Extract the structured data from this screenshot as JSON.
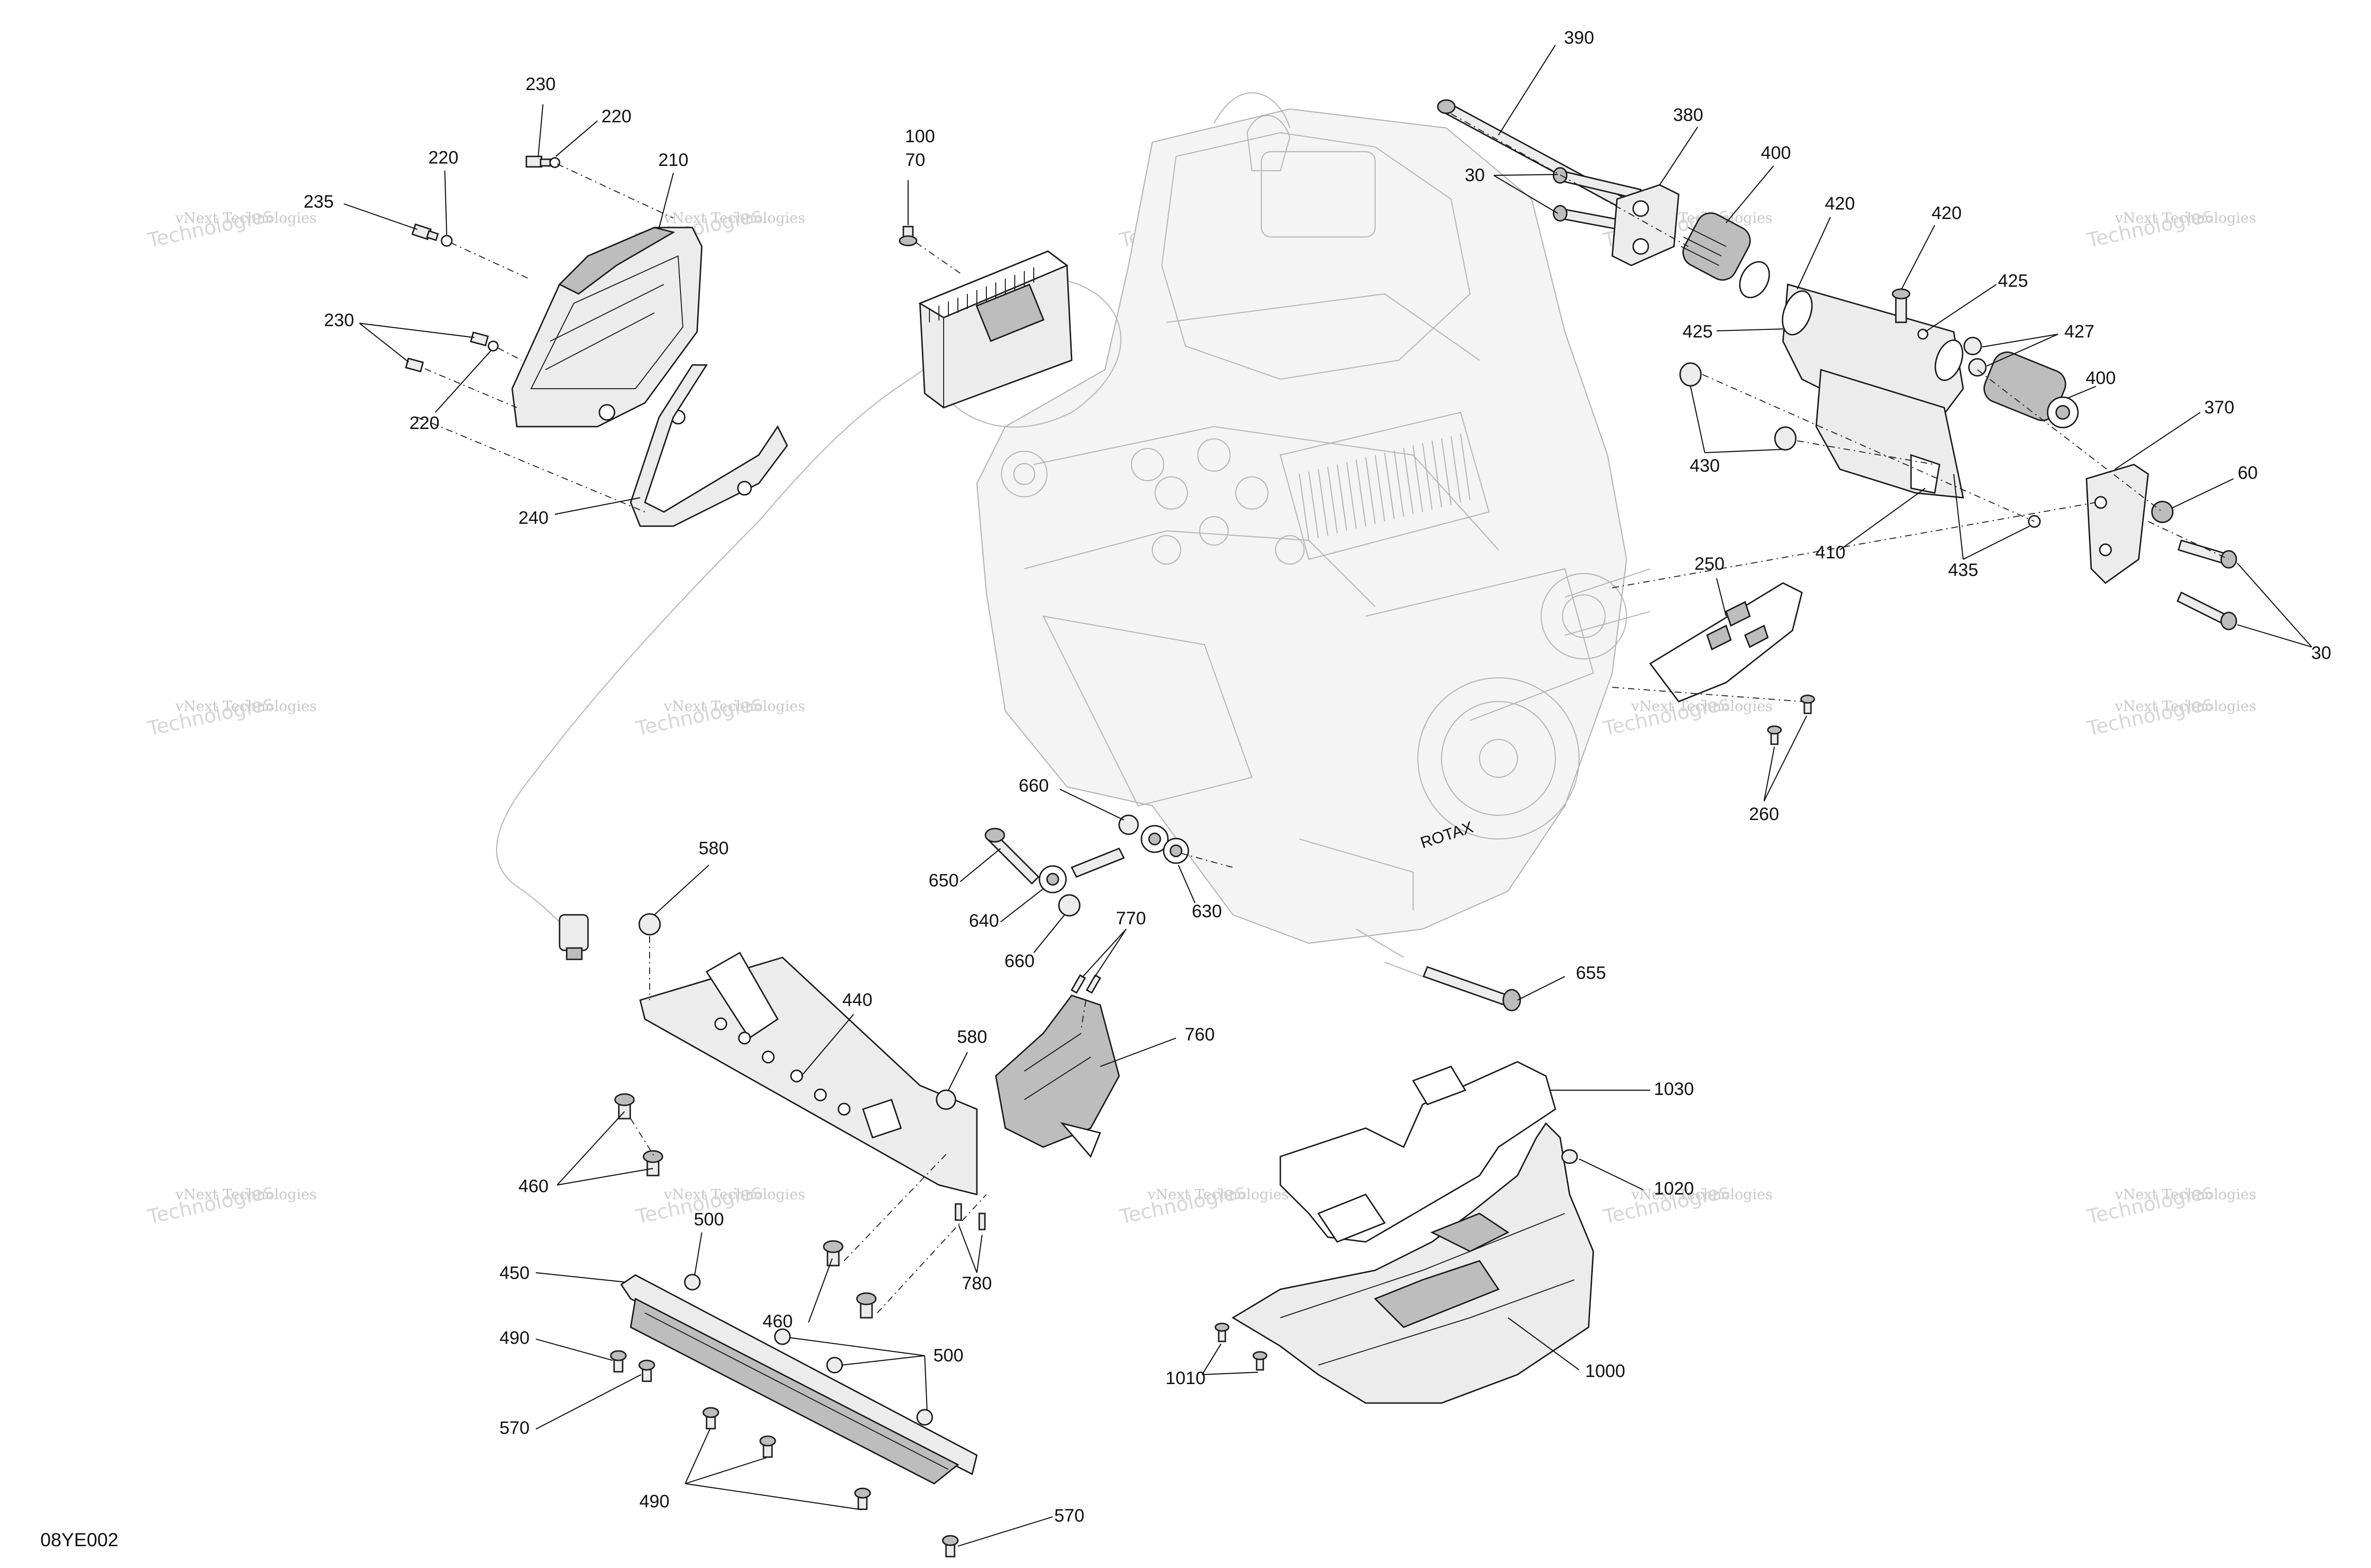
{
  "diagram_code": "08YE002",
  "watermark": {
    "line1": "vNext Technologies",
    "line2": "Technologies"
  },
  "callouts": [
    {
      "id": "c230a",
      "label": "230"
    },
    {
      "id": "c220a",
      "label": "220"
    },
    {
      "id": "c220b",
      "label": "220"
    },
    {
      "id": "c210",
      "label": "210"
    },
    {
      "id": "c235",
      "label": "235"
    },
    {
      "id": "c230b",
      "label": "230"
    },
    {
      "id": "c220c",
      "label": "220"
    },
    {
      "id": "c240",
      "label": "240"
    },
    {
      "id": "c100",
      "label": "100"
    },
    {
      "id": "c70",
      "label": "70"
    },
    {
      "id": "c390",
      "label": "390"
    },
    {
      "id": "c380",
      "label": "380"
    },
    {
      "id": "c30a",
      "label": "30"
    },
    {
      "id": "c400a",
      "label": "400"
    },
    {
      "id": "c420a",
      "label": "420"
    },
    {
      "id": "c420b",
      "label": "420"
    },
    {
      "id": "c425a",
      "label": "425"
    },
    {
      "id": "c425b",
      "label": "425"
    },
    {
      "id": "c427",
      "label": "427"
    },
    {
      "id": "c430",
      "label": "430"
    },
    {
      "id": "c400b",
      "label": "400"
    },
    {
      "id": "c370",
      "label": "370"
    },
    {
      "id": "c60",
      "label": "60"
    },
    {
      "id": "c410",
      "label": "410"
    },
    {
      "id": "c435",
      "label": "435"
    },
    {
      "id": "c30b",
      "label": "30"
    },
    {
      "id": "c250",
      "label": "250"
    },
    {
      "id": "c260",
      "label": "260"
    },
    {
      "id": "c660a",
      "label": "660"
    },
    {
      "id": "c650",
      "label": "650"
    },
    {
      "id": "c640",
      "label": "640"
    },
    {
      "id": "c630",
      "label": "630"
    },
    {
      "id": "c660b",
      "label": "660"
    },
    {
      "id": "c770",
      "label": "770"
    },
    {
      "id": "c580a",
      "label": "580"
    },
    {
      "id": "c655",
      "label": "655"
    },
    {
      "id": "c440",
      "label": "440"
    },
    {
      "id": "c580b",
      "label": "580"
    },
    {
      "id": "c760",
      "label": "760"
    },
    {
      "id": "c1030",
      "label": "1030"
    },
    {
      "id": "c460a",
      "label": "460"
    },
    {
      "id": "c1020",
      "label": "1020"
    },
    {
      "id": "c500a",
      "label": "500"
    },
    {
      "id": "c460b",
      "label": "460"
    },
    {
      "id": "c780",
      "label": "780"
    },
    {
      "id": "c450",
      "label": "450"
    },
    {
      "id": "c490a",
      "label": "490"
    },
    {
      "id": "c500b",
      "label": "500"
    },
    {
      "id": "c1000",
      "label": "1000"
    },
    {
      "id": "c570a",
      "label": "570"
    },
    {
      "id": "c1010",
      "label": "1010"
    },
    {
      "id": "c490b",
      "label": "490"
    },
    {
      "id": "c570b",
      "label": "570"
    }
  ]
}
